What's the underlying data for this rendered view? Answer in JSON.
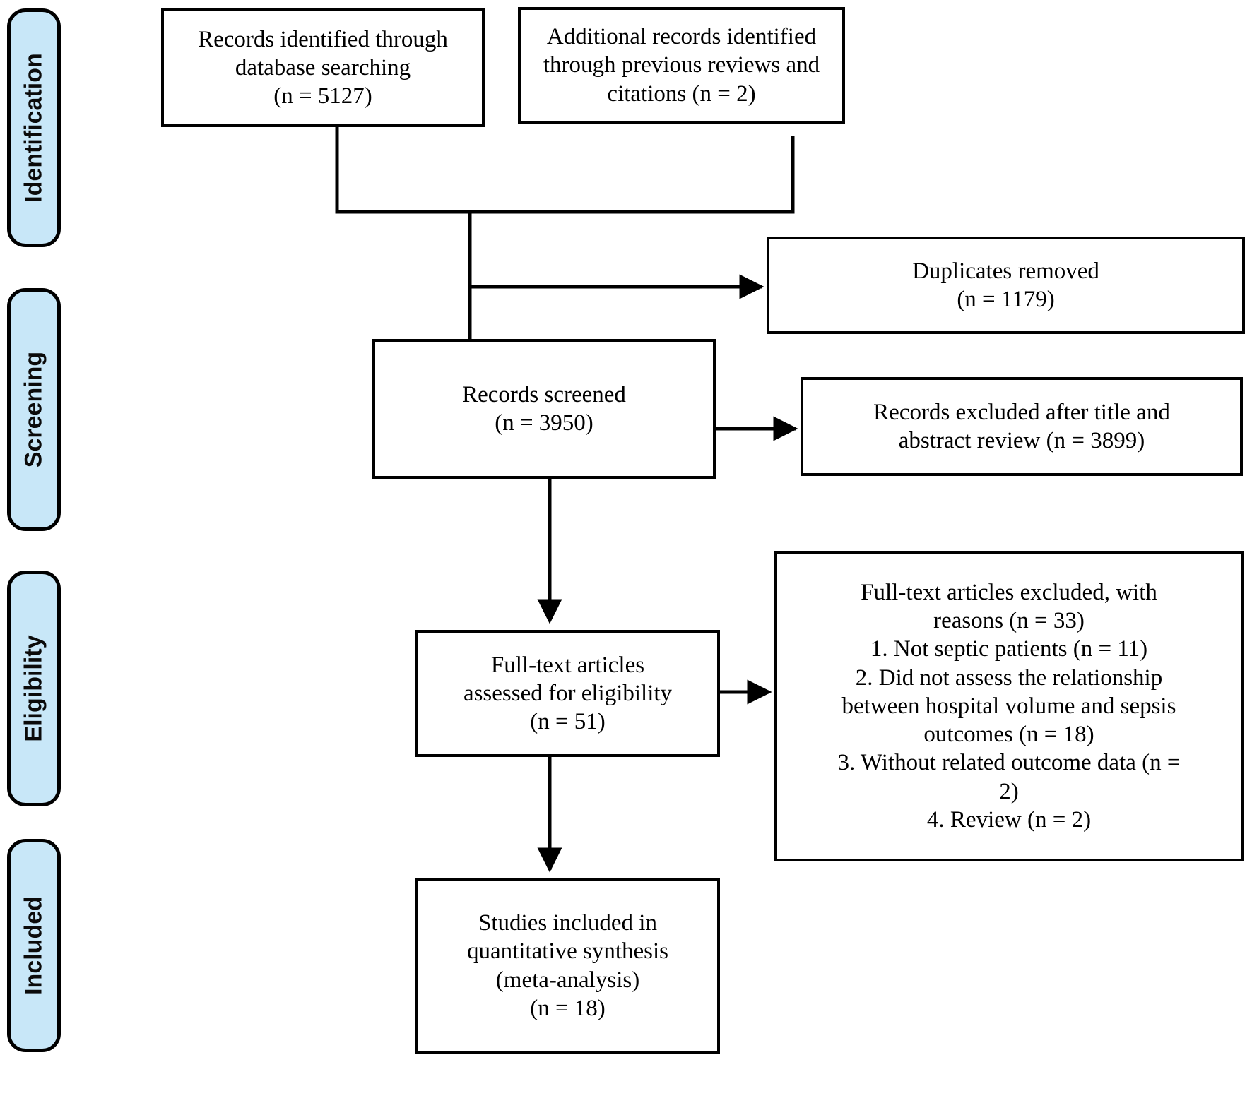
{
  "diagram": {
    "title": "PRISMA flow diagram",
    "accent_color": "#c8e7f8",
    "line_color": "#000000",
    "stages": [
      {
        "id": "identification",
        "label": "Identification"
      },
      {
        "id": "screening",
        "label": "Screening"
      },
      {
        "id": "eligibility",
        "label": "Eligibility"
      },
      {
        "id": "included",
        "label": "Included"
      }
    ],
    "boxes": {
      "records_database": "Records identified through\ndatabase searching\n(n = 5127)",
      "records_additional": "Additional records identified\nthrough previous reviews and\ncitations (n = 2)",
      "duplicates_removed": "Duplicates removed\n(n = 1179)",
      "records_screened": "Records screened\n(n = 3950)",
      "records_excluded": "Records excluded after title and\nabstract review (n = 3899)",
      "fulltext_assessed": "Full-text articles\nassessed for eligibility\n(n = 51)",
      "fulltext_excluded": "Full-text articles excluded, with\nreasons (n = 33)\n1. Not septic patients (n = 11)\n2. Did not assess the relationship\nbetween hospital volume and sepsis\noutcomes (n = 18)\n3. Without related outcome data (n =\n2)\n4. Review (n = 2)",
      "studies_included": "Studies included in\nquantitative synthesis\n(meta-analysis)\n(n = 18)"
    },
    "counts": {
      "database_records": 5127,
      "additional_records": 2,
      "duplicates_removed": 1179,
      "records_screened": 3950,
      "records_excluded": 3899,
      "fulltext_assessed": 51,
      "fulltext_excluded_total": 33,
      "reason_not_septic": 11,
      "reason_no_relationship": 18,
      "reason_no_outcome_data": 2,
      "reason_review": 2,
      "studies_included": 18
    }
  }
}
